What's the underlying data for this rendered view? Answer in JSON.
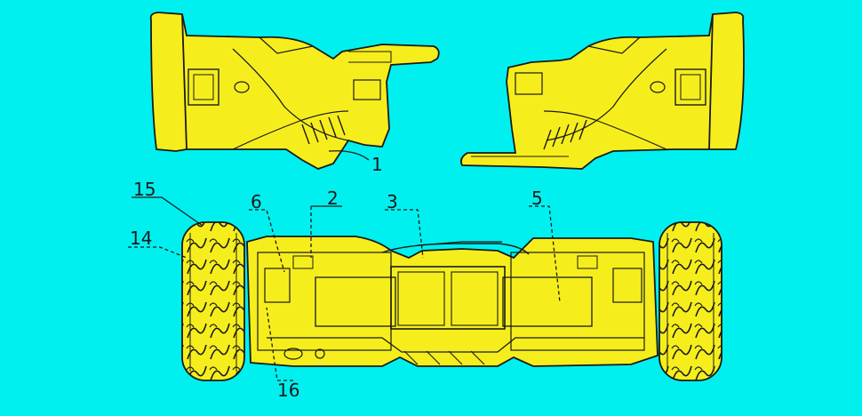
{
  "colors": {
    "background": "#00f0f0",
    "part_fill": "#f6ee1c",
    "line": "#1a1a1a"
  },
  "labels": {
    "shell_part": "1",
    "housing_left": "2",
    "center_frame": "3",
    "housing_right": "5",
    "battery": "6",
    "tire": "14",
    "tire_tread": "15",
    "wheel_hub": "16"
  }
}
